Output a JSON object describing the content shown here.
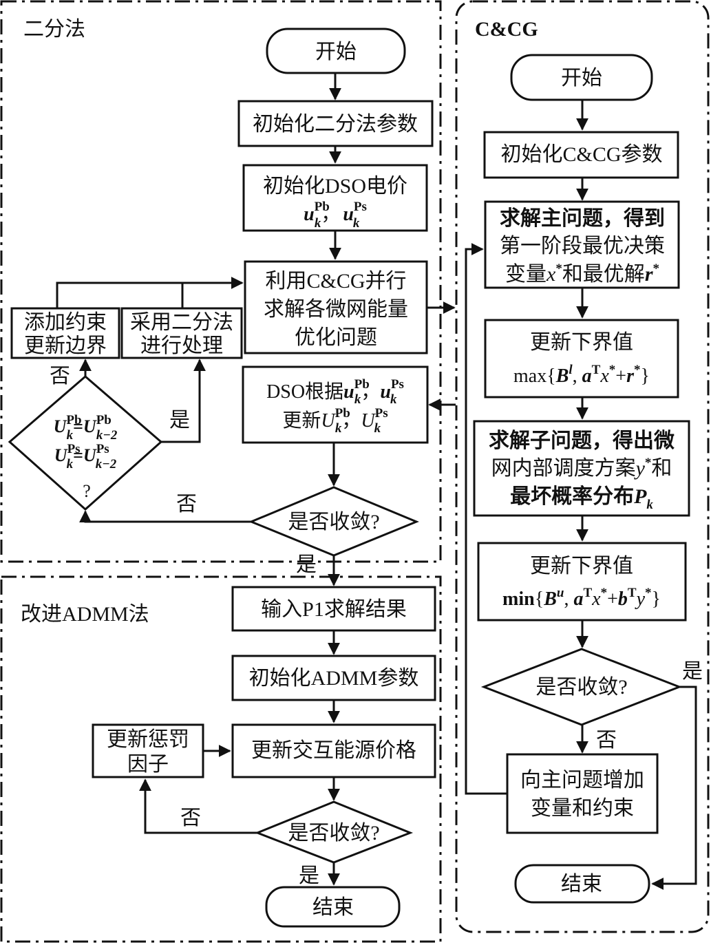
{
  "sections": {
    "bisection": {
      "title": "二分法"
    },
    "admm": {
      "title": "改进ADMM法"
    },
    "ccg": {
      "title": "C&CG"
    }
  },
  "bisection": {
    "start": "开始",
    "init_params": "初始化二分法参数",
    "init_price": {
      "line1": "初始化DSO电价",
      "var": "u",
      "sup1": "Pb",
      "sup2": "Ps",
      "sub": "k",
      "sep": "，"
    },
    "parallel_solve": {
      "line1": "利用C&CG并行",
      "line2": "求解各微网能量",
      "line3": "优化问题"
    },
    "add_constraint": {
      "line1": "添加约束",
      "line2": "更新边界"
    },
    "use_bisection": {
      "line1": "采用二分法",
      "line2": "进行处理"
    },
    "dso_update": {
      "line1_prefix": "DSO根据",
      "line2_prefix": "更新",
      "var_u": "u",
      "var_U": "U",
      "sup1": "Pb",
      "sup2": "Ps",
      "sub": "k",
      "sep": "，"
    },
    "oscillation_check": {
      "var": "U",
      "sup1": "Pb",
      "sup2": "Ps",
      "sub": "k",
      "sub2": "k−2",
      "eq": "=",
      "q": "?"
    },
    "converge": "是否收敛?",
    "yes": "是",
    "no": "否"
  },
  "admm": {
    "input_p1": "输入P1求解结果",
    "init_params": "初始化ADMM参数",
    "update_price": "更新交互能源价格",
    "update_penalty": {
      "line1": "更新惩罚",
      "line2": "因子"
    },
    "converge": "是否收敛?",
    "end": "结束",
    "yes": "是",
    "no": "否"
  },
  "ccg": {
    "start": "开始",
    "init_params": "初始化C&CG参数",
    "master": {
      "line1": "求解主问题，得到",
      "line2": "第一阶段最优决策",
      "line3_a": "变量",
      "x": "x",
      "line3_b": "和最优解",
      "r": "r",
      "star": "*"
    },
    "lower_bound": {
      "line1": "更新下界值",
      "fn": "max",
      "B": "B",
      "B_sup": "l",
      "a": "a",
      "T": "T",
      "x": "x",
      "r": "r",
      "star": "*"
    },
    "sub": {
      "line1": "求解子问题，得出微",
      "line2_a": "网内部调度方案",
      "y": "y",
      "line2_b": "和",
      "line3_a": "最坏概率分布",
      "P": "P",
      "P_sub": "k",
      "star": "*"
    },
    "upper_bound": {
      "line1": "更新下界值",
      "fn": "min",
      "B": "B",
      "B_sup": "u",
      "a": "a",
      "b": "b",
      "T": "T",
      "x": "x",
      "y": "y",
      "star": "*"
    },
    "converge": "是否收敛?",
    "add_vars": {
      "line1": "向主问题增加",
      "line2": "变量和约束"
    },
    "end": "结束",
    "yes": "是",
    "no": "否"
  }
}
